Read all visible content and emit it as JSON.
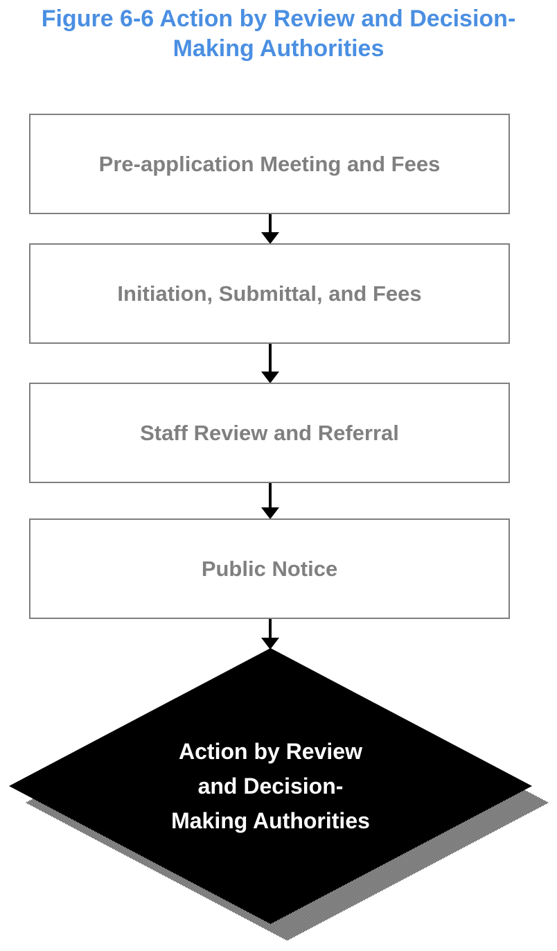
{
  "page": {
    "title_line1": "Figure 6-6 Action by Review and Decision-",
    "title_line2": "Making Authorities"
  },
  "colors": {
    "title_blue": "#4a8fe2",
    "box_border_gray": "#7f7f7f",
    "box_text_gray": "#808080",
    "arrow_black": "#000000",
    "diamond_fill": "#000000",
    "diamond_text": "#ffffff",
    "shadow_gray": "#ababab"
  },
  "flow": {
    "steps": [
      "Pre-application Meeting and Fees",
      "Initiation, Submittal, and Fees",
      "Staff Review and Referral",
      "Public Notice"
    ],
    "decision": {
      "lines": [
        "Action by Review",
        "and Decision-",
        "Making Authorities"
      ]
    }
  }
}
